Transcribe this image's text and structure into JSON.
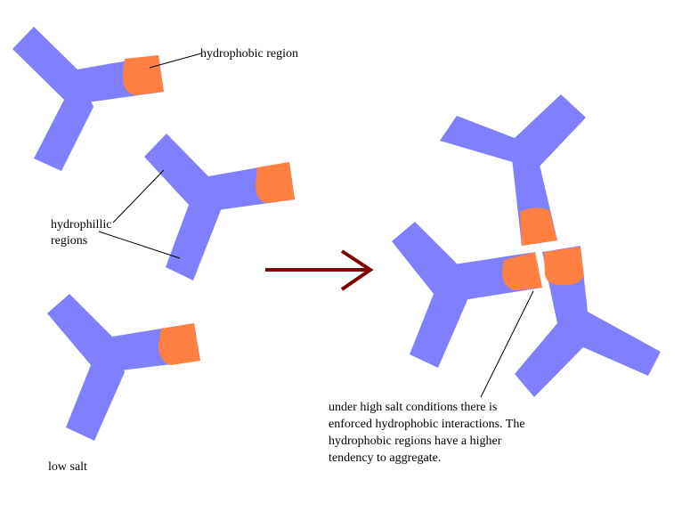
{
  "labels": {
    "hydrophobic_region": "hydrophobic region",
    "hydrophillic_line1": "hydrophillic",
    "hydrophillic_line2": "regions",
    "low_salt": "low salt",
    "high_salt_line1": "under high salt conditions there is",
    "high_salt_line2": "enforced hydrophobic interactions. The",
    "high_salt_line3": "hydrophobic regions have a higher",
    "high_salt_line4": "tendency to aggregate."
  },
  "colors": {
    "antibody": "#8080ff",
    "hydrophobic_patch": "#ff8040",
    "arrow": "#800000",
    "leader_line": "#000000"
  }
}
